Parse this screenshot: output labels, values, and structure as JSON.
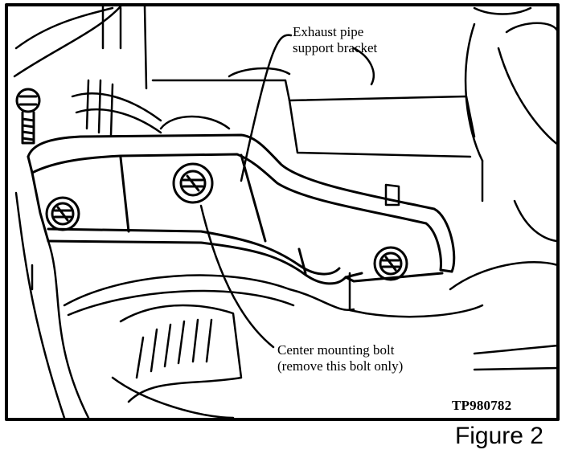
{
  "labels": {
    "bracket_line1": "Exhaust pipe",
    "bracket_line2": "support bracket",
    "bolt_line1": "Center mounting bolt",
    "bolt_line2": "(remove this bolt only)",
    "code": "TP980782"
  },
  "caption": "Figure 2",
  "colors": {
    "ink": "#000000",
    "paper": "#ffffff"
  }
}
